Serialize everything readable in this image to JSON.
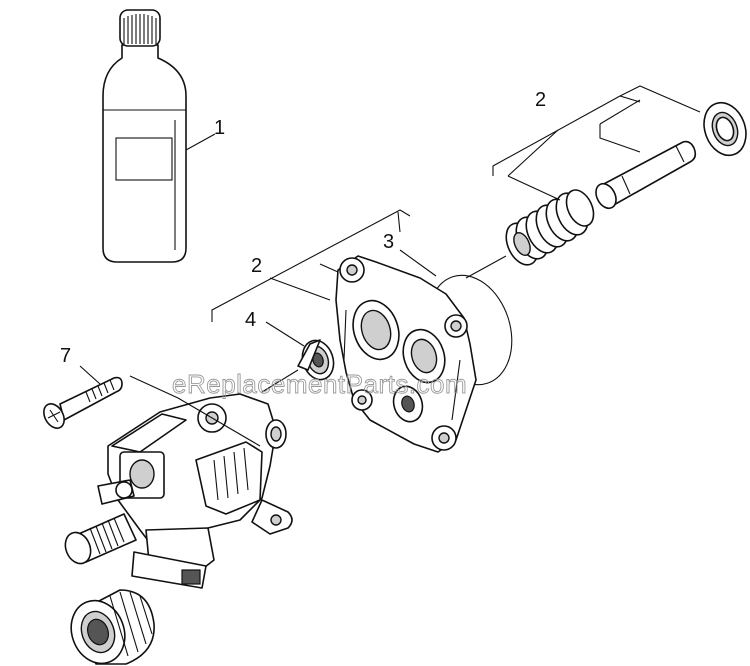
{
  "diagram": {
    "callouts": [
      {
        "id": "bottle",
        "label": "1"
      },
      {
        "id": "piston-set",
        "label": "2"
      },
      {
        "id": "housing-set",
        "label": "2"
      },
      {
        "id": "o-ring",
        "label": "3"
      },
      {
        "id": "seal",
        "label": "4"
      },
      {
        "id": "screw",
        "label": "7"
      }
    ],
    "watermark": "eReplacementParts.com"
  }
}
